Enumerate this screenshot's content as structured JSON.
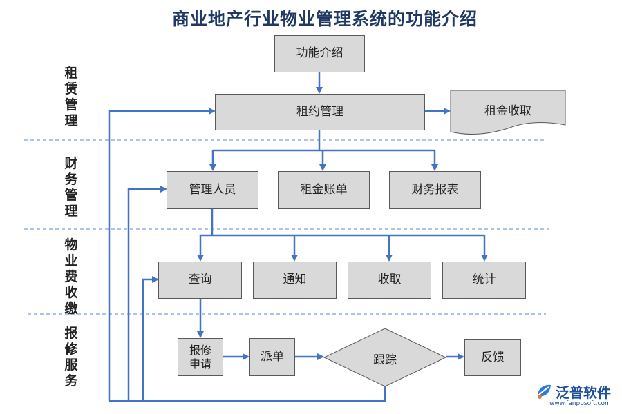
{
  "title": "商业地产行业物业管理系统的功能介绍",
  "sections": {
    "rental": "租\n赁\n管\n理",
    "finance": "财\n务\n管\n理",
    "property_fee": "物\n业\n费\n收\n缴",
    "repair": "报\n修\n服\n务"
  },
  "nodes": {
    "intro": "功能介绍",
    "contract": "租约管理",
    "rent_collect": "租金收取",
    "staff": "管理人员",
    "rent_bill": "租金账单",
    "fin_report": "财务报表",
    "query": "查询",
    "notice": "通知",
    "collect": "收取",
    "stats": "统计",
    "repair_request": "报修\n申请",
    "dispatch": "派单",
    "track": "跟踪",
    "feedback": "反馈"
  },
  "logo": {
    "name": "泛普软件",
    "url": "www.fanpusoft.com"
  },
  "colors": {
    "arrow": "#4472c4",
    "box_fill": "#d9d9d9",
    "title": "#1f3864"
  }
}
